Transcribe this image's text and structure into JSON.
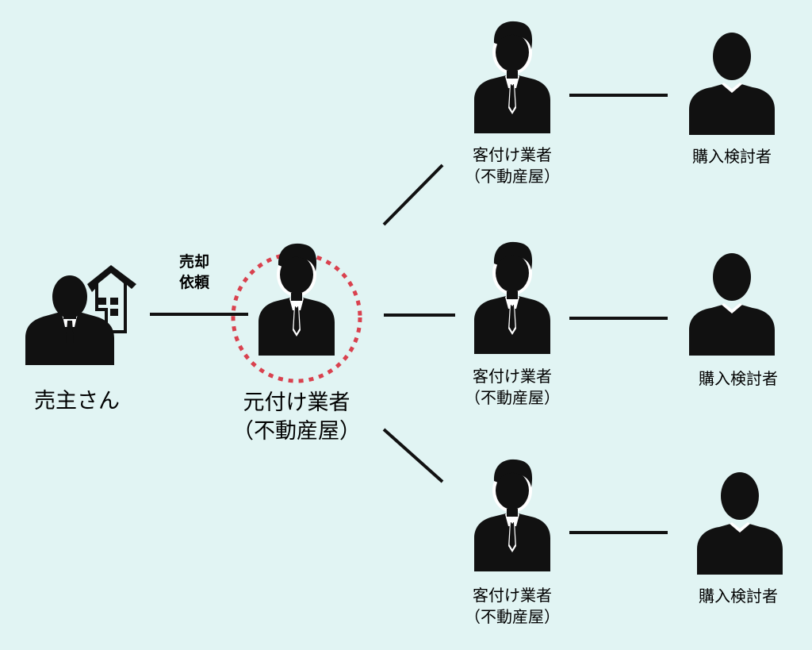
{
  "seller": {
    "label": "売主さん",
    "icons": [
      "businessman-icon",
      "house-icon"
    ]
  },
  "request": {
    "line1": "売却",
    "line2": "依頼"
  },
  "listing_agent": {
    "name": "元付け業者",
    "type": "（不動産屋）",
    "highlight_color": "#d9414e"
  },
  "buyer_agents": [
    {
      "name": "客付け業者",
      "type": "（不動産屋）",
      "buyer_label": "購入検討者"
    },
    {
      "name": "客付け業者",
      "type": "（不動産屋）",
      "buyer_label": "購入検討者"
    },
    {
      "name": "客付け業者",
      "type": "（不動産屋）",
      "buyer_label": "購入検討者"
    }
  ],
  "colors": {
    "background": "#e1f4f3",
    "icon": "#111111",
    "line": "#111111"
  }
}
